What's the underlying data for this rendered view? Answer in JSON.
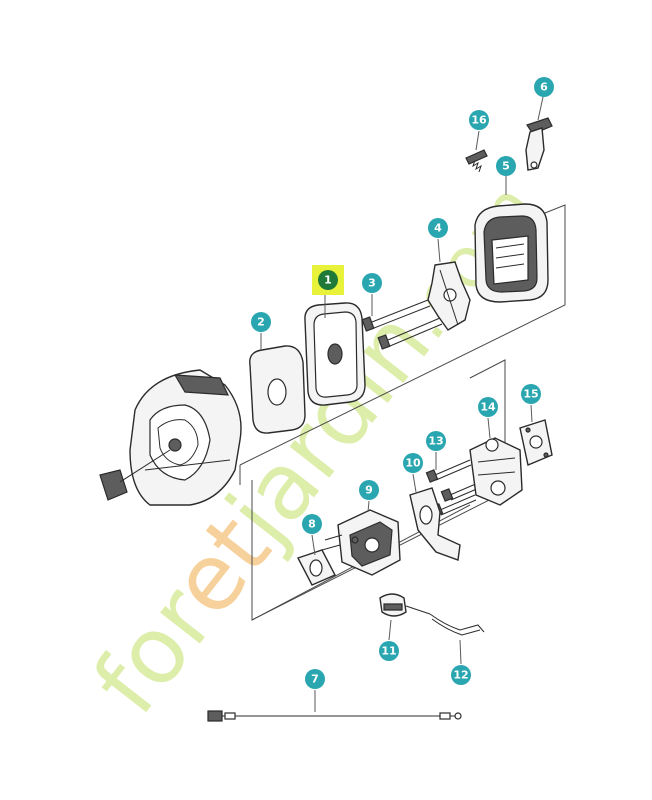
{
  "colors": {
    "badge": "#2aa6b0",
    "badge_selected": "#1f7a3a",
    "highlight": "#e9f23a",
    "watermark_green": "#d8ea9c",
    "watermark_orange": "#f6c98a"
  },
  "watermark": {
    "part1": "for",
    "part2": "et",
    "part3": "jardin",
    "part4": ".com"
  },
  "callouts": [
    {
      "id": "1",
      "selected": true
    },
    {
      "id": "2"
    },
    {
      "id": "3"
    },
    {
      "id": "4"
    },
    {
      "id": "5"
    },
    {
      "id": "6"
    },
    {
      "id": "7"
    },
    {
      "id": "8"
    },
    {
      "id": "9"
    },
    {
      "id": "10"
    },
    {
      "id": "11"
    },
    {
      "id": "12"
    },
    {
      "id": "13"
    },
    {
      "id": "14"
    },
    {
      "id": "15"
    },
    {
      "id": "16"
    }
  ]
}
